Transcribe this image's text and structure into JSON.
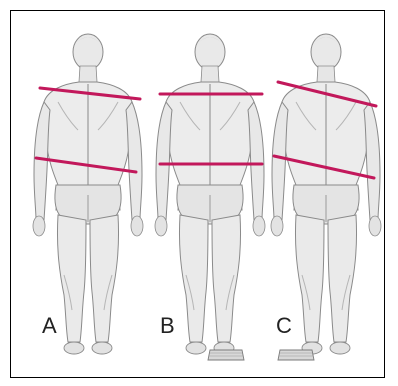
{
  "figure": {
    "panels": [
      {
        "label": "A",
        "shoulder_line": "tilted",
        "hip_line": "tilted"
      },
      {
        "label": "B",
        "shoulder_line": "level",
        "hip_line": "level",
        "lift_under_foot": true
      },
      {
        "label": "C",
        "shoulder_line": "tilted",
        "hip_line": "tilted",
        "lift_under_foot": true
      }
    ],
    "line_color": "#c2185b",
    "skin_color": "#e9e9e9",
    "outline_color": "#8a8a8a"
  }
}
